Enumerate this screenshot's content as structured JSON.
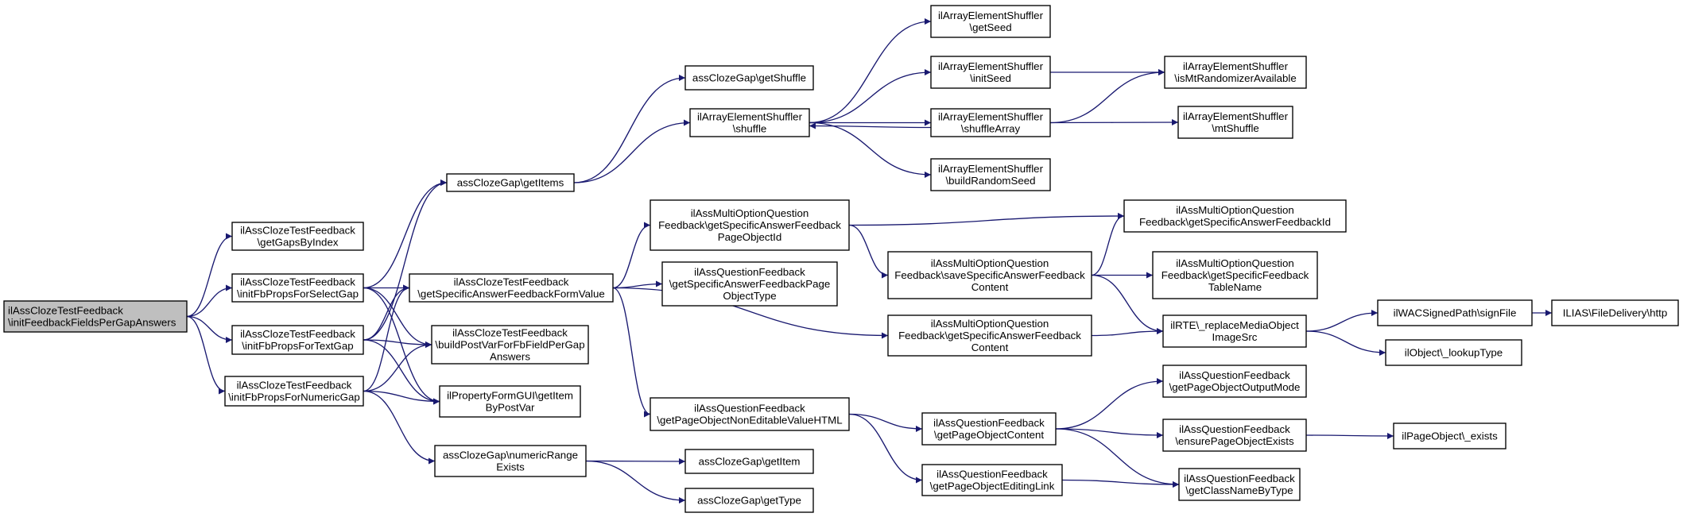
{
  "colors": {
    "edge": "#191970",
    "node_border": "#000000",
    "root_fill": "#bfbfbf",
    "node_fill": "#ffffff"
  },
  "nodes": [
    {
      "id": "n0",
      "lines": [
        "ilAssClozeTestFeedback",
        "\\initFeedbackFieldsPerGapAnswers"
      ],
      "root": true
    },
    {
      "id": "n1",
      "lines": [
        "ilAssClozeTestFeedback",
        "\\getGapsByIndex"
      ]
    },
    {
      "id": "n2",
      "lines": [
        "ilAssClozeTestFeedback",
        "\\initFbPropsForSelectGap"
      ]
    },
    {
      "id": "n3",
      "lines": [
        "ilAssClozeTestFeedback",
        "\\initFbPropsForTextGap"
      ]
    },
    {
      "id": "n4",
      "lines": [
        "ilAssClozeTestFeedback",
        "\\initFbPropsForNumericGap"
      ]
    },
    {
      "id": "n5",
      "lines": [
        "assClozeGap\\getItems"
      ]
    },
    {
      "id": "n6",
      "lines": [
        "ilAssClozeTestFeedback",
        "\\getSpecificAnswerFeedbackFormValue"
      ]
    },
    {
      "id": "n7",
      "lines": [
        "ilAssClozeTestFeedback",
        "\\buildPostVarForFbFieldPerGap",
        "Answers"
      ]
    },
    {
      "id": "n8",
      "lines": [
        "ilPropertyFormGUI\\getItem",
        "ByPostVar"
      ]
    },
    {
      "id": "n9",
      "lines": [
        "assClozeGap\\numericRange",
        "Exists"
      ]
    },
    {
      "id": "n10",
      "lines": [
        "assClozeGap\\getShuffle"
      ]
    },
    {
      "id": "n11",
      "lines": [
        "ilArrayElementShuffler",
        "\\shuffle"
      ]
    },
    {
      "id": "n12",
      "lines": [
        "ilAssMultiOptionQuestion",
        "Feedback\\getSpecificAnswerFeedback",
        "PageObjectId"
      ]
    },
    {
      "id": "n13",
      "lines": [
        "ilAssQuestionFeedback",
        "\\getSpecificAnswerFeedbackPage",
        "ObjectType"
      ]
    },
    {
      "id": "n14",
      "lines": [
        "ilAssQuestionFeedback",
        "\\getPageObjectNonEditableValueHTML"
      ]
    },
    {
      "id": "n15",
      "lines": [
        "assClozeGap\\getItem"
      ]
    },
    {
      "id": "n16",
      "lines": [
        "assClozeGap\\getType"
      ]
    },
    {
      "id": "n17",
      "lines": [
        "ilArrayElementShuffler",
        "\\getSeed"
      ]
    },
    {
      "id": "n18",
      "lines": [
        "ilArrayElementShuffler",
        "\\initSeed"
      ]
    },
    {
      "id": "n19",
      "lines": [
        "ilArrayElementShuffler",
        "\\shuffleArray"
      ]
    },
    {
      "id": "n20",
      "lines": [
        "ilArrayElementShuffler",
        "\\buildRandomSeed"
      ]
    },
    {
      "id": "n21",
      "lines": [
        "ilAssMultiOptionQuestion",
        "Feedback\\saveSpecificAnswerFeedback",
        "Content"
      ]
    },
    {
      "id": "n22",
      "lines": [
        "ilAssMultiOptionQuestion",
        "Feedback\\getSpecificAnswerFeedback",
        "Content"
      ]
    },
    {
      "id": "n23",
      "lines": [
        "ilAssQuestionFeedback",
        "\\getPageObjectContent"
      ]
    },
    {
      "id": "n24",
      "lines": [
        "ilAssQuestionFeedback",
        "\\getPageObjectEditingLink"
      ]
    },
    {
      "id": "n25",
      "lines": [
        "ilArrayElementShuffler",
        "\\isMtRandomizerAvailable"
      ]
    },
    {
      "id": "n26",
      "lines": [
        "ilArrayElementShuffler",
        "\\mtShuffle"
      ]
    },
    {
      "id": "n27",
      "lines": [
        "ilAssMultiOptionQuestion",
        "Feedback\\getSpecificAnswerFeedbackId"
      ]
    },
    {
      "id": "n28",
      "lines": [
        "ilAssMultiOptionQuestion",
        "Feedback\\getSpecificFeedback",
        "TableName"
      ]
    },
    {
      "id": "n29",
      "lines": [
        "ilRTE\\_replaceMediaObject",
        "ImageSrc"
      ]
    },
    {
      "id": "n30",
      "lines": [
        "ilAssQuestionFeedback",
        "\\getPageObjectOutputMode"
      ]
    },
    {
      "id": "n31",
      "lines": [
        "ilAssQuestionFeedback",
        "\\ensurePageObjectExists"
      ]
    },
    {
      "id": "n32",
      "lines": [
        "ilAssQuestionFeedback",
        "\\getClassNameByType"
      ]
    },
    {
      "id": "n33",
      "lines": [
        "ilWACSignedPath\\signFile"
      ]
    },
    {
      "id": "n34",
      "lines": [
        "ilObject\\_lookupType"
      ]
    },
    {
      "id": "n35",
      "lines": [
        "ilPageObject\\_exists"
      ]
    },
    {
      "id": "n36",
      "lines": [
        "ILIAS\\FileDelivery\\http"
      ]
    }
  ],
  "edges": [
    [
      "n0",
      "n1"
    ],
    [
      "n0",
      "n2"
    ],
    [
      "n0",
      "n3"
    ],
    [
      "n0",
      "n4"
    ],
    [
      "n2",
      "n5"
    ],
    [
      "n2",
      "n6"
    ],
    [
      "n2",
      "n7"
    ],
    [
      "n2",
      "n8"
    ],
    [
      "n3",
      "n5"
    ],
    [
      "n3",
      "n6"
    ],
    [
      "n3",
      "n7"
    ],
    [
      "n3",
      "n8"
    ],
    [
      "n4",
      "n6"
    ],
    [
      "n4",
      "n7"
    ],
    [
      "n4",
      "n8"
    ],
    [
      "n4",
      "n9"
    ],
    [
      "n5",
      "n10"
    ],
    [
      "n5",
      "n11"
    ],
    [
      "n6",
      "n12"
    ],
    [
      "n6",
      "n13"
    ],
    [
      "n6",
      "n14"
    ],
    [
      "n6",
      "n22"
    ],
    [
      "n9",
      "n15"
    ],
    [
      "n9",
      "n16"
    ],
    [
      "n11",
      "n17"
    ],
    [
      "n11",
      "n18"
    ],
    [
      "n11",
      "n19"
    ],
    [
      "n11",
      "n20"
    ],
    [
      "n19",
      "n11"
    ],
    [
      "n12",
      "n21"
    ],
    [
      "n12",
      "n27"
    ],
    [
      "n14",
      "n23"
    ],
    [
      "n14",
      "n24"
    ],
    [
      "n18",
      "n25"
    ],
    [
      "n19",
      "n25"
    ],
    [
      "n19",
      "n26"
    ],
    [
      "n21",
      "n27"
    ],
    [
      "n21",
      "n28"
    ],
    [
      "n21",
      "n29"
    ],
    [
      "n22",
      "n29"
    ],
    [
      "n23",
      "n30"
    ],
    [
      "n23",
      "n31"
    ],
    [
      "n23",
      "n32"
    ],
    [
      "n24",
      "n32"
    ],
    [
      "n29",
      "n33"
    ],
    [
      "n29",
      "n34"
    ],
    [
      "n31",
      "n35"
    ],
    [
      "n33",
      "n36"
    ]
  ]
}
